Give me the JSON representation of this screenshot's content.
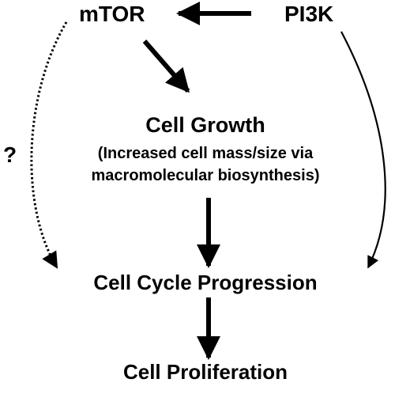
{
  "nodes": {
    "mtor": "mTOR",
    "pi3k": "PI3K",
    "cell_growth": "Cell Growth",
    "cell_growth_desc_line1": "(Increased cell mass/size via",
    "cell_growth_desc_line2": "macromolecular biosynthesis)",
    "cell_cycle": "Cell Cycle Progression",
    "cell_proliferation": "Cell Proliferation"
  },
  "annotations": {
    "unknown_link": "?"
  },
  "edges": [
    {
      "from": "PI3K",
      "to": "mTOR",
      "style": "solid"
    },
    {
      "from": "mTOR",
      "to": "Cell Growth",
      "style": "solid"
    },
    {
      "from": "Cell Growth",
      "to": "Cell Cycle Progression",
      "style": "solid"
    },
    {
      "from": "Cell Cycle Progression",
      "to": "Cell Proliferation",
      "style": "solid"
    },
    {
      "from": "PI3K",
      "to": "Cell Cycle Progression",
      "style": "solid-curved"
    },
    {
      "from": "mTOR",
      "to": "Cell Cycle Progression",
      "style": "dotted-curved"
    }
  ],
  "colors": {
    "ink": "#000000",
    "background": "#ffffff"
  }
}
